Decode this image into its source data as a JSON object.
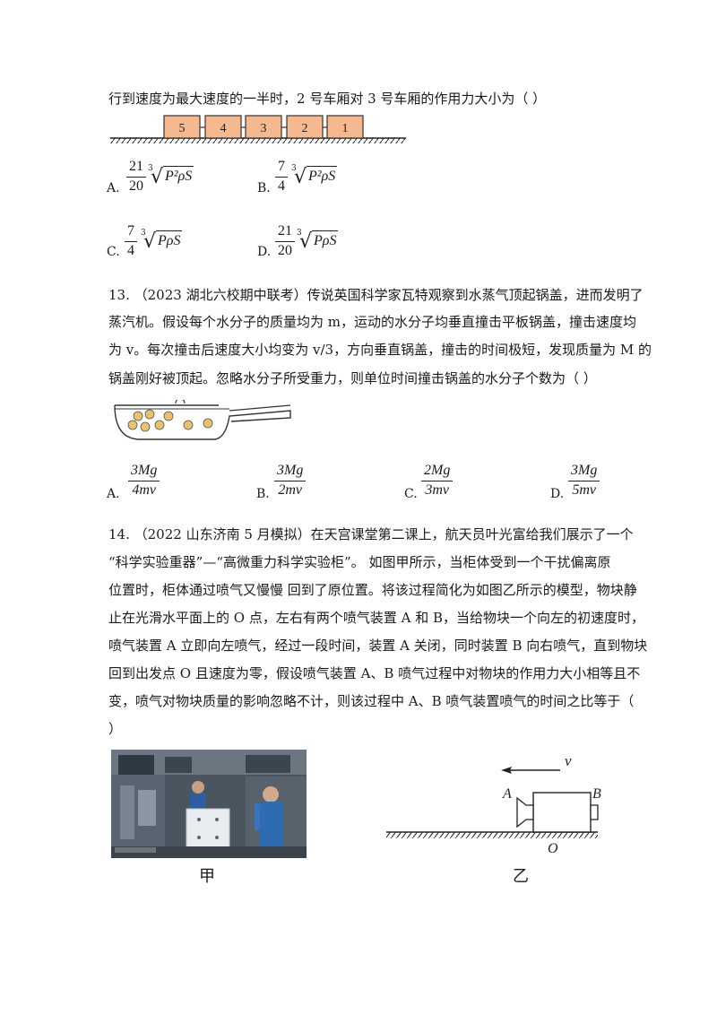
{
  "q12": {
    "tail_text": "行到速度为最大速度的一半时，2 号车厢对 3 号车厢的作用力大小为（     ）",
    "cars": [
      "5",
      "4",
      "3",
      "2",
      "1"
    ],
    "options": [
      {
        "letter": "A.",
        "num": "21",
        "den": "20",
        "root_index": "3",
        "radicand": "P²ρS"
      },
      {
        "letter": "B.",
        "num": "7",
        "den": "4",
        "root_index": "3",
        "radicand": "P²ρS"
      },
      {
        "letter": "C.",
        "num": "7",
        "den": "4",
        "root_index": "3",
        "radicand": "PρS"
      },
      {
        "letter": "D.",
        "num": "21",
        "den": "20",
        "root_index": "3",
        "radicand": "PρS"
      }
    ]
  },
  "q13": {
    "lines": [
      "13. （2023 湖北六校期中联考）传说英国科学家瓦特观察到水蒸气顶起锅盖，进而发明了",
      "蒸汽机。假设每个水分子的质量均为 m，运动的水分子均垂直撞击平板锅盖，撞击速度均",
      "为 v。每次撞击后速度大小均变为 v/3，方向垂直锅盖，撞击的时间极短，发现质量为 M 的",
      "锅盖刚好被顶起。忽略水分子所受重力，则单位时间撞击锅盖的水分子个数为（     ）"
    ],
    "options": [
      {
        "letter": "A.",
        "num": "3Mg",
        "den": "4mv"
      },
      {
        "letter": "B.",
        "num": "3Mg",
        "den": "2mv"
      },
      {
        "letter": "C.",
        "num": "2Mg",
        "den": "3mv"
      },
      {
        "letter": "D.",
        "num": "3Mg",
        "den": "5mv"
      }
    ]
  },
  "q14": {
    "lines": [
      "14. （2022 山东济南 5 月模拟）在天宫课堂第二课上，航天员叶光富给我们展示了一个",
      "“科学实验重器”—“高微重力科学实验柜”。 如图甲所示，当柜体受到一个干扰偏离原",
      "位置时，柜体通过喷气又慢慢  回到了原位置。将该过程简化为如图乙所示的模型，物块静",
      "止在光滑水平面上的  O 点，左右有两个喷气装置 A 和 B，当给物块一个向左的初速度时，",
      "喷气装置 A 立即向左喷气，经过一段时间，装置 A 关闭，同时装置 B 向右喷气，直到物块",
      "回到出发点 O 且速度为零，假设喷气装置 A、B 喷气过程中对物块的作用力大小相等且不",
      "变，喷气对物块质量的影响忽略不计，则该过程中 A、B 喷气装置喷气的时间之比等于（",
      "）"
    ],
    "fig_left_caption": "甲",
    "fig_right_caption": "乙",
    "fig_right_labels": {
      "velocity": "v",
      "left_device": "A",
      "right_device": "B",
      "origin": "O"
    }
  }
}
